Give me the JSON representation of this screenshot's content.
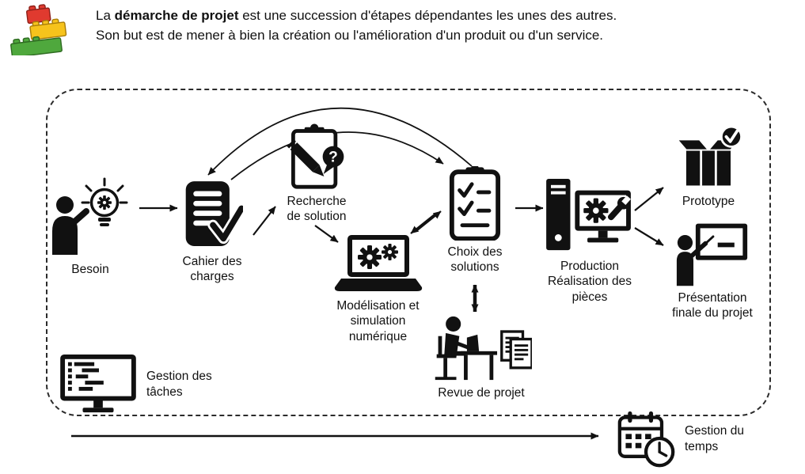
{
  "intro": {
    "lead": "La",
    "bold": "démarche de projet",
    "rest": "est une succession d'étapes dépendantes les unes des autres.",
    "line2": "Son but est de mener à bien la création ou l'amélioration d'un produit ou d'un service."
  },
  "nodes": {
    "besoin": {
      "label": "Besoin",
      "icon": "person-idea-icon"
    },
    "cahier": {
      "label": "Cahier des\ncharges",
      "icon": "document-check-icon"
    },
    "recherche": {
      "label": "Recherche\nde solution",
      "icon": "clipboard-pencil-question-icon"
    },
    "modelisation": {
      "label": "Modélisation et\nsimulation\nnumérique",
      "icon": "laptop-gears-icon"
    },
    "choix": {
      "label": "Choix des\nsolutions",
      "icon": "clipboard-checklist-icon"
    },
    "production": {
      "label": "Production\nRéalisation des\npièces",
      "icon": "computer-tools-icon"
    },
    "prototype": {
      "label": "Prototype",
      "icon": "box-check-icon"
    },
    "presentation": {
      "label": "Présentation\nfinale du projet",
      "icon": "presenter-board-icon"
    },
    "revue": {
      "label": "Revue de projet",
      "icon": "person-desk-documents-icon"
    },
    "taches": {
      "label": "Gestion des\ntâches",
      "icon": "gantt-monitor-icon"
    },
    "temps": {
      "label": "Gestion du\ntemps",
      "icon": "calendar-clock-icon"
    }
  },
  "colors": {
    "ink": "#111111",
    "lego_red": "#e03a2f",
    "lego_yellow": "#f6c31c",
    "lego_green": "#4fa83d"
  }
}
